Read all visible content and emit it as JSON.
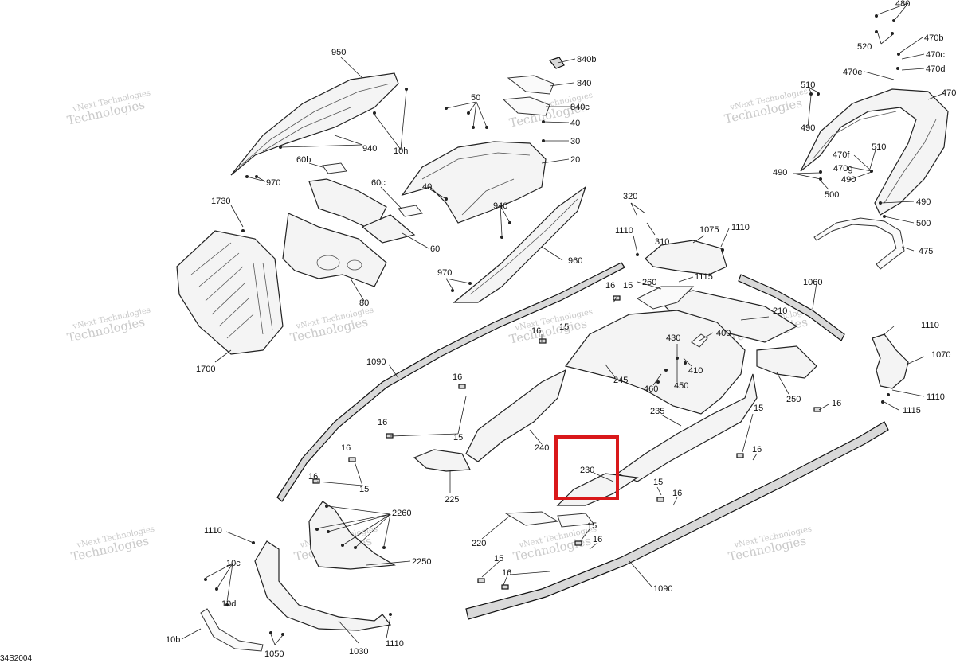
{
  "drawing_number": "34S2004",
  "watermark_text": "vNext Technologies",
  "highlight_color": "#d9181a",
  "callouts": [
    "480",
    "520",
    "470b",
    "470c",
    "470d",
    "470e",
    "470",
    "510",
    "490",
    "470f",
    "470g",
    "500",
    "475",
    "950",
    "940",
    "970",
    "10h",
    "840b",
    "840",
    "840c",
    "50",
    "40",
    "30",
    "20",
    "60b",
    "60c",
    "60",
    "80",
    "1730",
    "1700",
    "960",
    "320",
    "1110",
    "310",
    "1075",
    "1115",
    "1060",
    "260",
    "16",
    "15",
    "210",
    "400",
    "430",
    "410",
    "460",
    "450",
    "245",
    "250",
    "1090",
    "235",
    "240",
    "230",
    "225",
    "220",
    "1070",
    "2260",
    "2250",
    "10c",
    "10d",
    "10b",
    "1050",
    "1030"
  ]
}
